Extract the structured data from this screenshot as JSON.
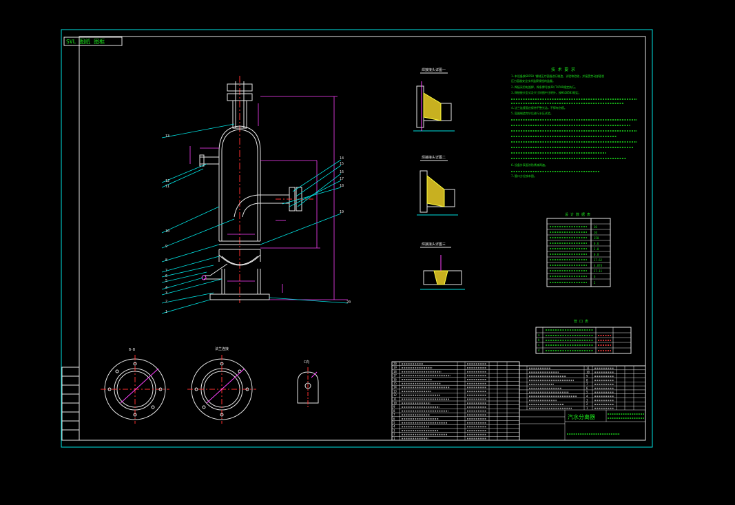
{
  "title_block": {
    "corner_logo_text": "SVL 图纸 图框",
    "drawing_name": "汽水分离器"
  },
  "notes": {
    "heading": "技 术 要 求",
    "lines": [
      "1.本设备按GB150 钢制压力容器进行制造、试验和验收，并接受劳动部颁发",
      "  压力容器安全技术监察规程的监督。",
      "2.焊接采用电弧焊，焊条牌号按JB/T4709规定执行。",
      "3.焊接接头型式及尺寸除图中注明外，按HG20583规定。",
      "4.法兰连接面应保持平整光洁，不得有伤痕。",
      "5.容器制造完毕后进行水压试验。",
      "6.设备外表面涂防锈漆两遍。",
      "7.管口方位按本图。"
    ]
  },
  "design_table": {
    "heading": "设 计 数 据 表",
    "values": [
      "30",
      "10",
      "150",
      "0.6",
      "2.0",
      "0.8",
      "37.62",
      "4.874",
      "27.11",
      "6",
      "2"
    ]
  },
  "nozzle_table": {
    "heading": "管 口 表",
    "rows": [
      "a",
      "b",
      "c",
      "d"
    ]
  },
  "section_labels": {
    "bb": "B-B",
    "flange": "法兰连接",
    "cc": "C向"
  },
  "detail_labels": [
    "焊接接头详图一",
    "焊接接头详图二",
    "焊接接头详图三"
  ],
  "leaders": [
    "13",
    "12",
    "11",
    "10",
    "9",
    "8",
    "7",
    "6",
    "5",
    "4",
    "3",
    "2",
    "1",
    "14",
    "15",
    "16",
    "17",
    "18",
    "19",
    "20"
  ],
  "bom_rows": [
    "20",
    "19",
    "18",
    "17",
    "16",
    "15",
    "14",
    "13",
    "12",
    "11",
    "10",
    "9",
    "8",
    "7",
    "6",
    "5",
    "4",
    "3",
    "2",
    "1"
  ],
  "bom_rows_right": [
    "11",
    "10",
    "9",
    "8",
    "7",
    "6",
    "5",
    "4",
    "3",
    "2",
    "1"
  ]
}
